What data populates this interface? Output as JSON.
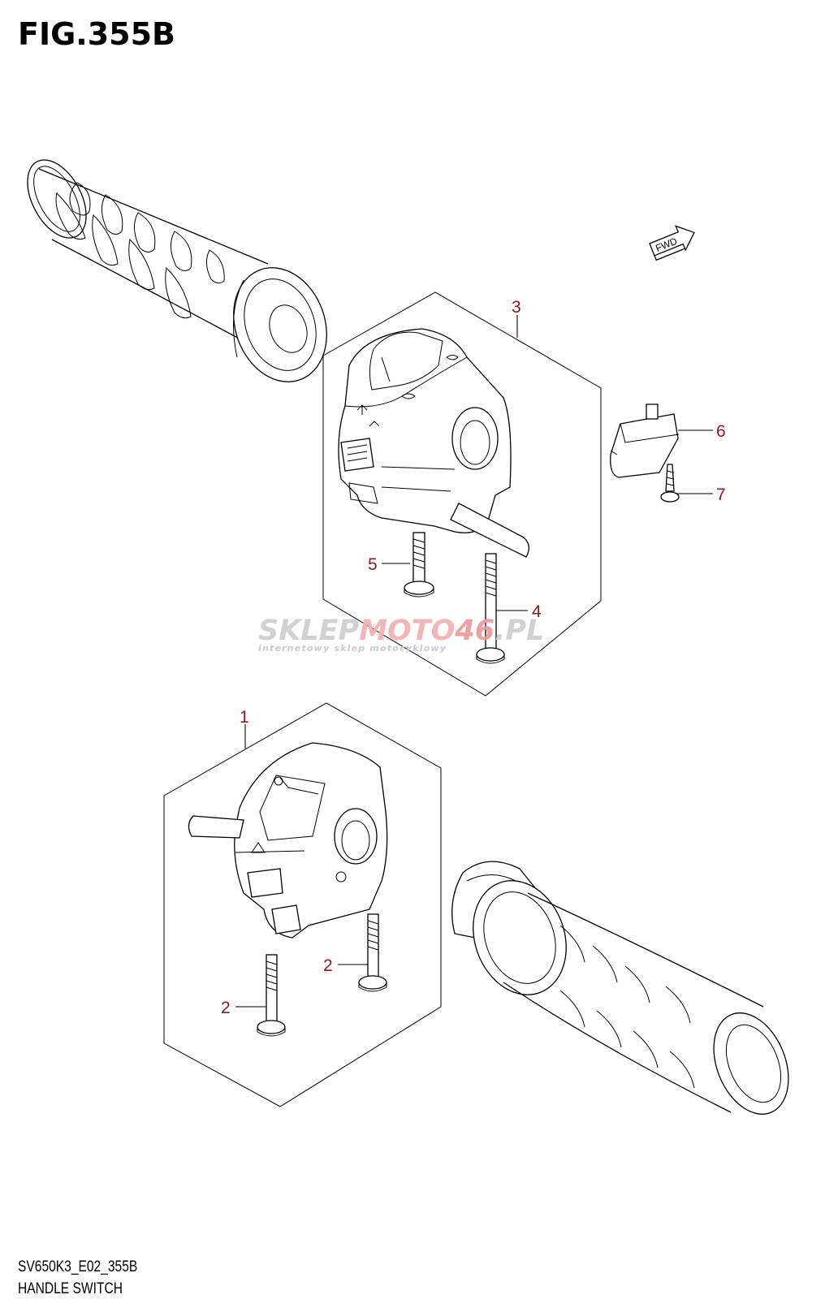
{
  "figure": {
    "title": "FIG.355B"
  },
  "footer": {
    "code": "SV650K3_E02_355B",
    "name": "HANDLE SWITCH"
  },
  "direction_marker": {
    "label": "FWD"
  },
  "callouts": [
    {
      "id": "3",
      "label": "3"
    },
    {
      "id": "6",
      "label": "6"
    },
    {
      "id": "7",
      "label": "7"
    },
    {
      "id": "5",
      "label": "5"
    },
    {
      "id": "4",
      "label": "4"
    },
    {
      "id": "1",
      "label": "1"
    },
    {
      "id": "2a",
      "label": "2"
    },
    {
      "id": "2b",
      "label": "2"
    }
  ],
  "watermark": {
    "part1": "SKLEP",
    "part2": "MOTO",
    "part3": "46",
    "part4": ".PL",
    "tagline": "internetowy sklep motocyklowy",
    "colors": {
      "gray": "#c9c9c9",
      "red": "#f0a7a7"
    }
  },
  "colors": {
    "callout": "#8b1a1a",
    "line": "#000000"
  }
}
